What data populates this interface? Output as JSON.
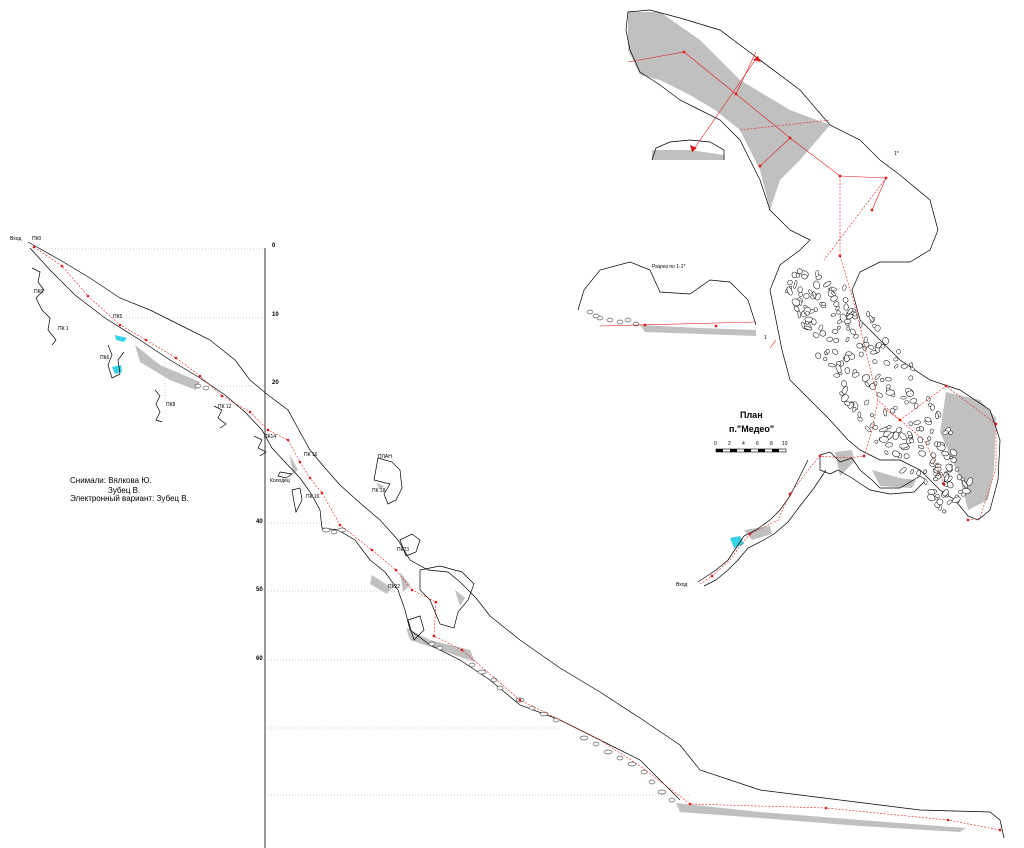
{
  "credits": {
    "surveyed_by": "Снимали: Вялкова Ю.",
    "second_surveyor": "Зубец В.",
    "digital_version": "Электронный вариант: Зубец В."
  },
  "plan": {
    "title_line1": "План",
    "title_line2": "п.\"Медео\"",
    "scale_ticks": [
      "0",
      "2",
      "4",
      "6",
      "8",
      "10"
    ],
    "entrance": "Вход",
    "section_label": "Разрез по 1-1*",
    "section_mark_1": "1",
    "section_mark_2": "1*"
  },
  "profile": {
    "entrance": "Вход",
    "depth_ticks": [
      "0",
      "10",
      "20",
      "40",
      "50",
      "60"
    ],
    "stations": [
      "ПК0",
      "ПК0",
      "ПК 1",
      "ПК5",
      "ПК6",
      "ПК8",
      "ПК 12",
      "ПК14",
      "ПК 16",
      "ПК 16",
      "ПК 18",
      "ПК23",
      "ПК22"
    ],
    "inset_plan": "ПЛАН",
    "inset_section": "Колодец"
  },
  "colors": {
    "wall": "#000000",
    "survey_line": "#e01b1b",
    "fill": "#c0c0c0",
    "water": "#35d2e6",
    "guide": "#9a9a9a"
  }
}
